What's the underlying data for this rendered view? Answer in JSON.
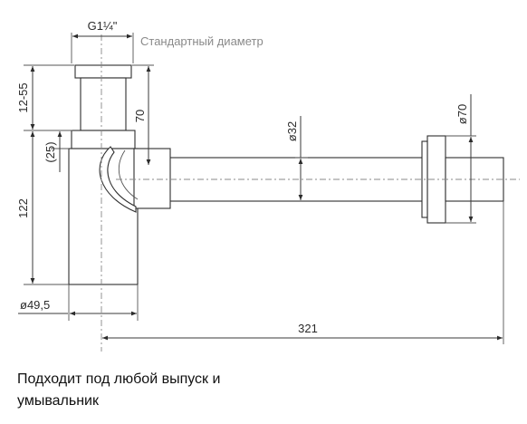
{
  "labels": {
    "thread": "G1¼\"",
    "standard_note": "Стандартный диаметр",
    "height_adjust": "12-55",
    "offset": "(25)",
    "body_height": "122",
    "outlet_height": "70",
    "pipe_diameter": "ø32",
    "flange_diameter": "ø70",
    "body_diameter": "ø49,5",
    "length": "321"
  },
  "caption": "Подходит под любой выпуск и умывальник",
  "colors": {
    "lines": "#3a3a3a",
    "note": "#8a8a8a",
    "text": "#111111"
  }
}
